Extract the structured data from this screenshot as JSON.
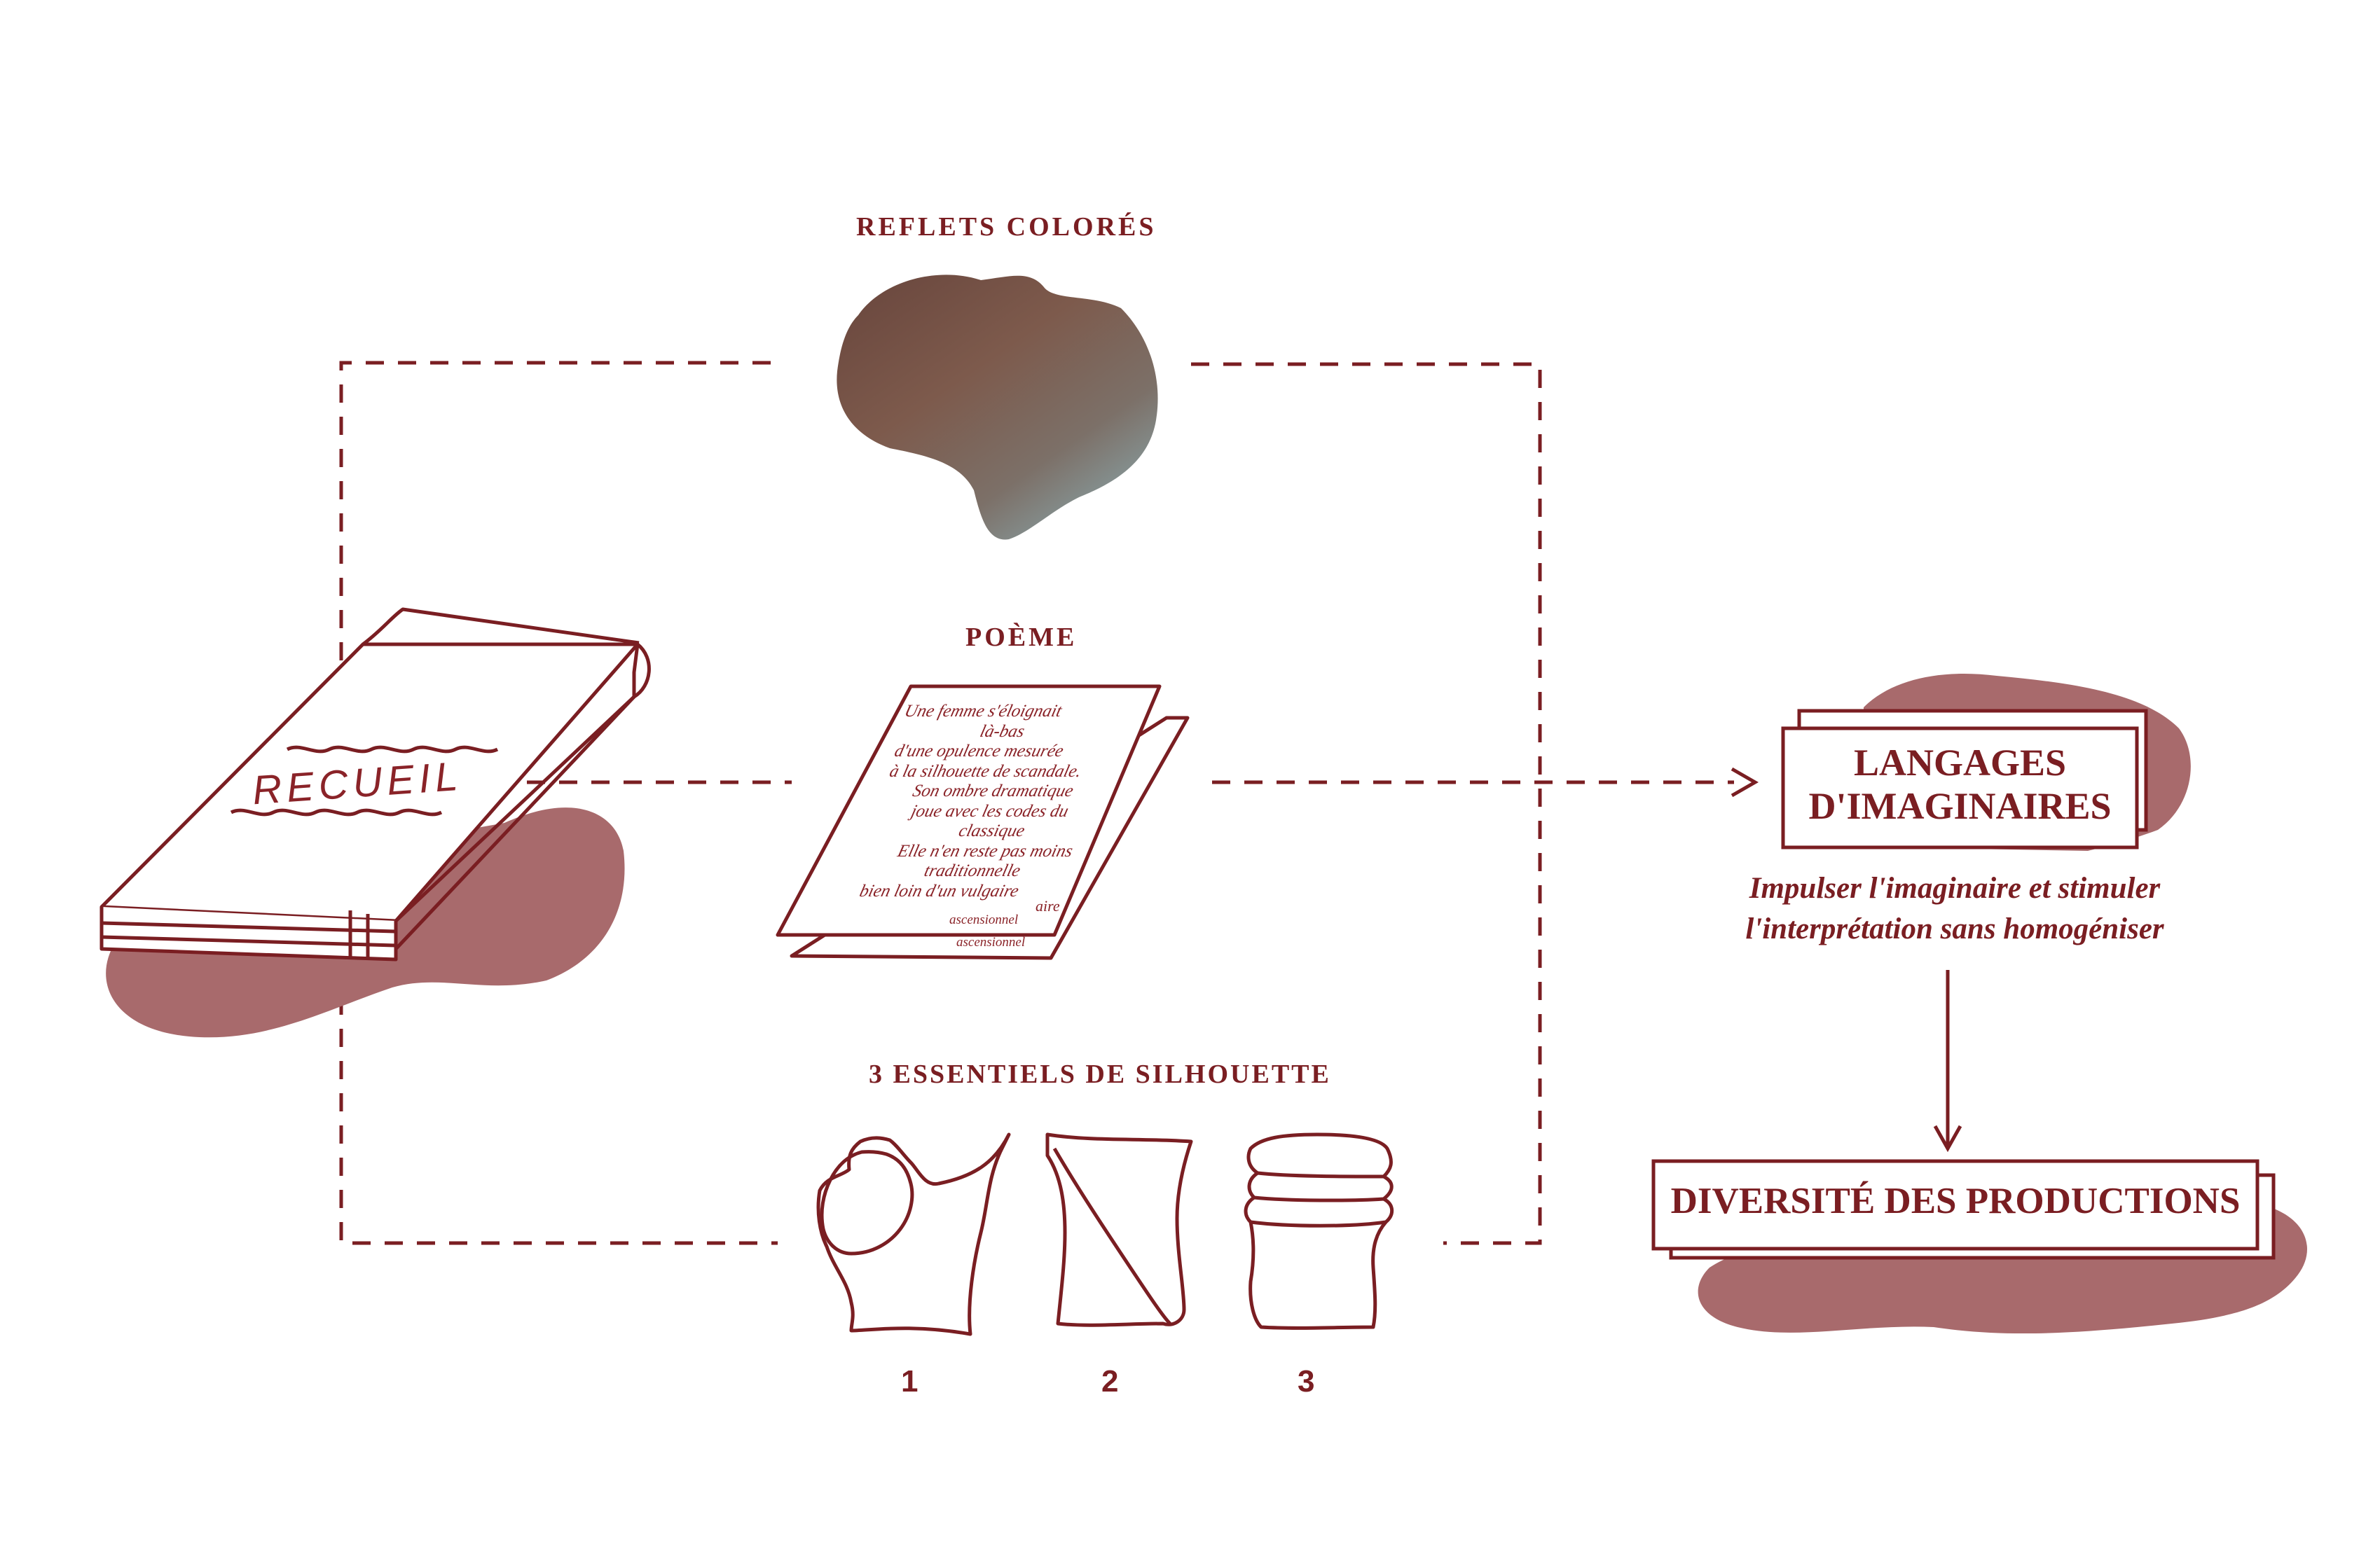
{
  "labels": {
    "reflets": "REFLETS COLORÉS",
    "poeme": "POÈME",
    "essentiels": "3 ESSENTIELS DE SILHOUETTE"
  },
  "book": {
    "title": "RECUEIL"
  },
  "poem_lines": [
    "Une femme s'éloignait",
    "là-bas",
    "d'une opulence mesurée",
    "à la silhouette de scandale.",
    "Son ombre dramatique",
    "joue avec les codes du",
    "classique",
    "Elle n'en reste pas moins",
    "traditionnelle",
    "bien loin d'un vulgaire"
  ],
  "poem_footer": "ascensionnel",
  "poem_back_footer": "ascensionnel",
  "poem_back_fragment": "aire",
  "silhouettes": [
    "1",
    "2",
    "3"
  ],
  "box1": {
    "line1": "LANGAGES",
    "line2": "D'IMAGINAIRES"
  },
  "subtitle": {
    "line1": "Impulser l'imaginaire et stimuler",
    "line2": "l'interprétation sans homogéniser"
  },
  "box2": {
    "label": "DIVERSITÉ DES PRODUCTIONS"
  },
  "colors": {
    "accent": "#7a1e22",
    "blob": "#a86a6c"
  }
}
